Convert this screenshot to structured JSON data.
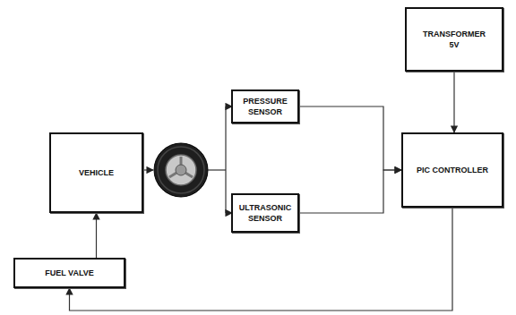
{
  "diagram": {
    "nodes": [
      {
        "text": [
          "VEHICLE"
        ]
      },
      {
        "text": [
          "PRESSURE SENSOR"
        ]
      },
      {
        "text": [
          "ULTRASONIC SENSOR"
        ]
      },
      {
        "text": [
          "TRANSFORMER 5V"
        ]
      },
      {
        "text": [
          "PIC CONTROLLER"
        ]
      },
      {
        "text": [
          "FUEL VALVE"
        ]
      }
    ],
    "edges": [
      {
        "from": 1,
        "to": 4,
        "arrow": "to"
      },
      {
        "from": 2,
        "to": 4,
        "arrow": "to"
      },
      {
        "from": 3,
        "to": 4,
        "arrow": "to"
      },
      {
        "from": 4,
        "to": 5,
        "arrow": "to"
      },
      {
        "from": 5,
        "to": 0,
        "arrow": "to"
      }
    ]
  }
}
